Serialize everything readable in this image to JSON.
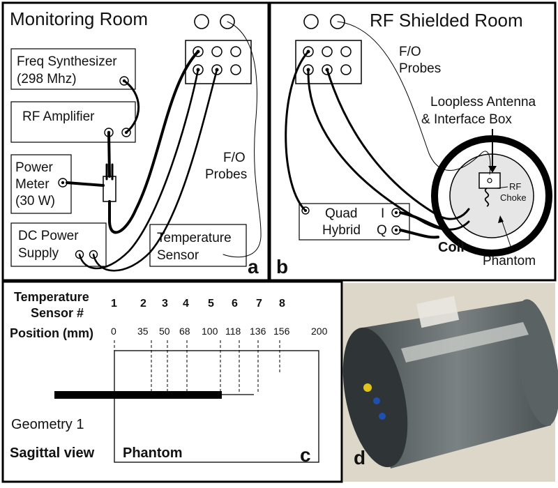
{
  "panel_a": {
    "title": "Monitoring Room",
    "freq_synth": [
      "Freq Synthesizer",
      "(298 Mhz)"
    ],
    "rf_amp": "RF Amplifier",
    "power_meter": [
      "Power",
      "Meter",
      "(30 W)"
    ],
    "dc_power": [
      "DC Power",
      "Supply"
    ],
    "temp_sensor": [
      "Temperature",
      "Sensor"
    ],
    "fo_probes": [
      "F/O",
      "Probes"
    ],
    "letter": "a"
  },
  "panel_b": {
    "title": "RF Shielded Room",
    "fo_probes": [
      "F/O",
      "Probes"
    ],
    "antenna": [
      "Loopless Antenna",
      "& Interface Box"
    ],
    "rf_choke": [
      "RF",
      "Choke"
    ],
    "quad_hybrid": [
      "Quad",
      "Hybrid"
    ],
    "port_i": "I",
    "port_q": "Q",
    "coil": "Coil",
    "phantom": "Phantom",
    "letter": "b"
  },
  "panel_c": {
    "row1_label": [
      "Temperature",
      "Sensor #"
    ],
    "row2_label": "Position (mm)",
    "sensor_numbers": [
      "1",
      "2",
      "3",
      "4",
      "5",
      "6",
      "7",
      "8"
    ],
    "positions": [
      "0",
      "35",
      "50",
      "68",
      "100",
      "118",
      "136",
      "156",
      "200"
    ],
    "geometry": "Geometry 1",
    "view": "Sagittal view",
    "phantom": "Phantom",
    "letter": "c"
  },
  "panel_d": {
    "letter": "d",
    "photo_colors": {
      "body": "#5d6466",
      "lid": "#2f3537",
      "bg": "#ddd7c9"
    }
  }
}
